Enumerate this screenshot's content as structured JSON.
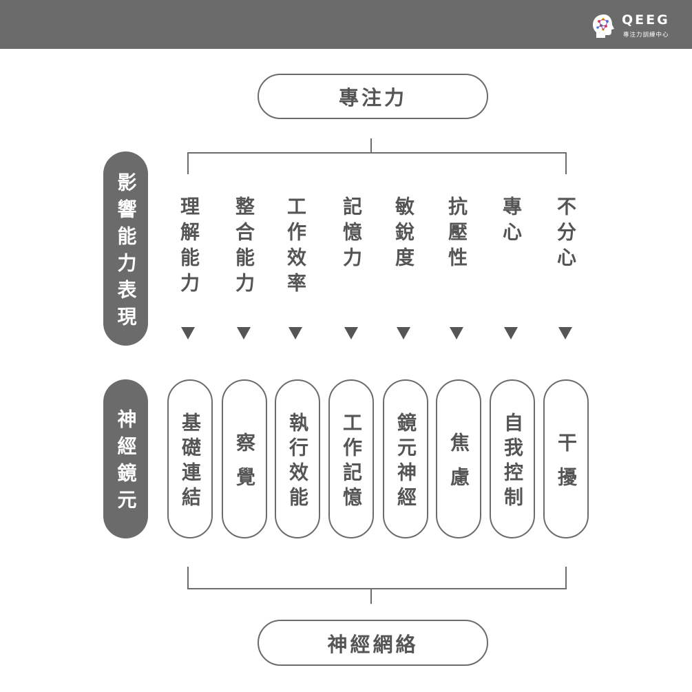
{
  "header": {
    "logo_title": "QEEG",
    "logo_subtitle": "專注力訓練中心",
    "background_color": "#6b6b6b"
  },
  "top_node": "專注力",
  "rows": {
    "impact_label": "影響能力表現",
    "mirror_label": "神經鏡元"
  },
  "abilities": [
    "理解能力",
    "整合能力",
    "工作效率",
    "記憶力",
    "敏銳度",
    "抗壓性",
    "專心",
    "不分心"
  ],
  "mirror_neurons": [
    "基礎連結",
    "察覺",
    "執行效能",
    "工作記憶",
    "鏡元神經",
    "焦慮",
    "自我控制",
    "干擾"
  ],
  "bottom_node": "神經網絡",
  "colors": {
    "dark_gray": "#6b6b6b",
    "text_gray": "#555555",
    "background": "#ffffff"
  },
  "arrow_icon": "down-triangle-icon"
}
